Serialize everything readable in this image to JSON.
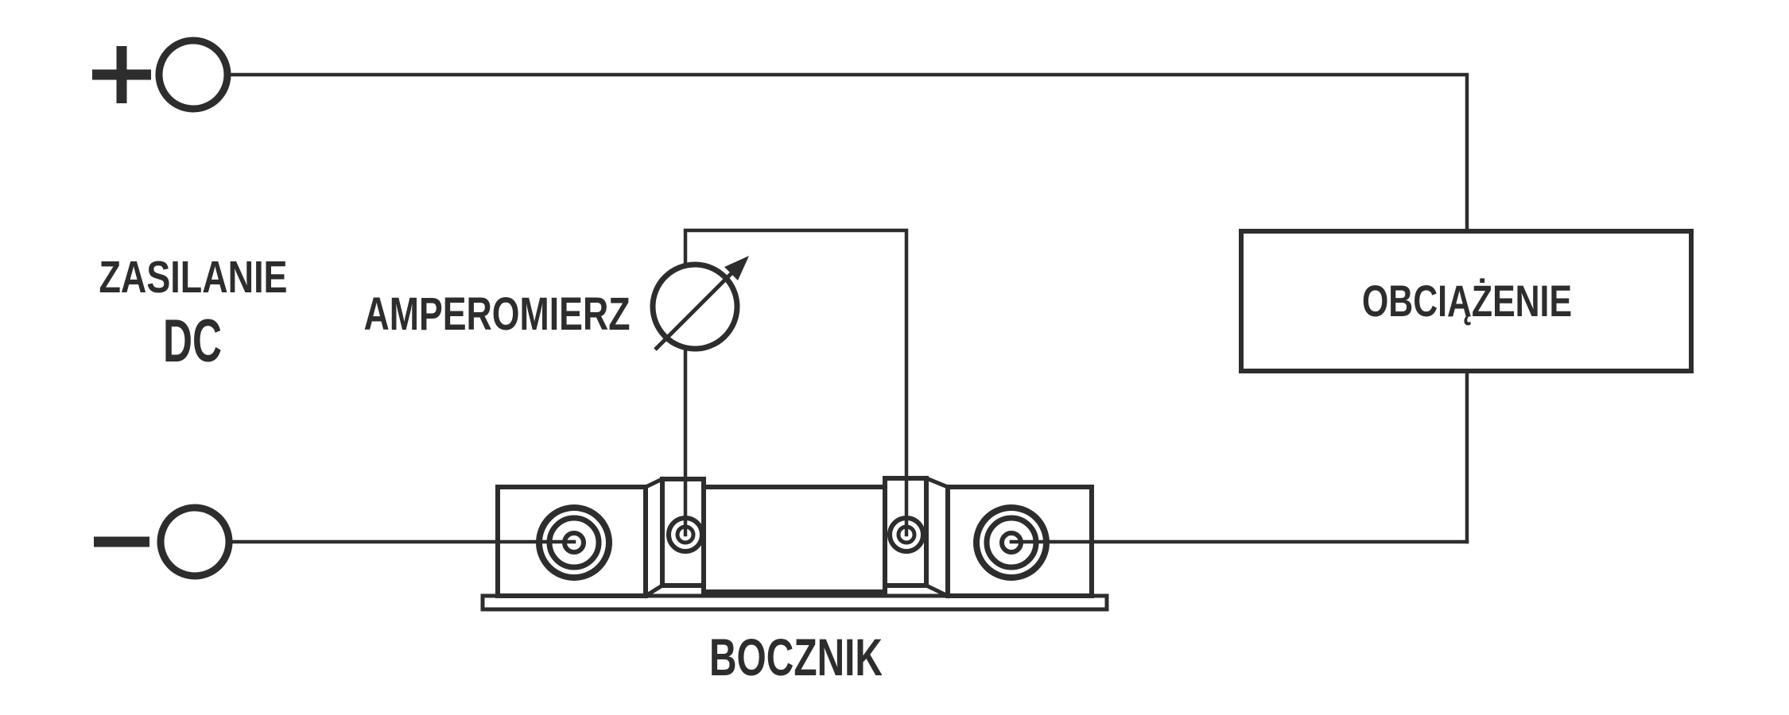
{
  "colors": {
    "ink": "#2d2d2d",
    "background": "#ffffff"
  },
  "labels": {
    "supply_line1": "ZASILANIE",
    "supply_line2": "DC",
    "ammeter": "AMPEROMIERZ",
    "load": "OBCIĄŻENIE",
    "shunt": "BOCZNIK"
  },
  "icons": {
    "plus_symbol": "+",
    "minus_symbol": "−"
  }
}
